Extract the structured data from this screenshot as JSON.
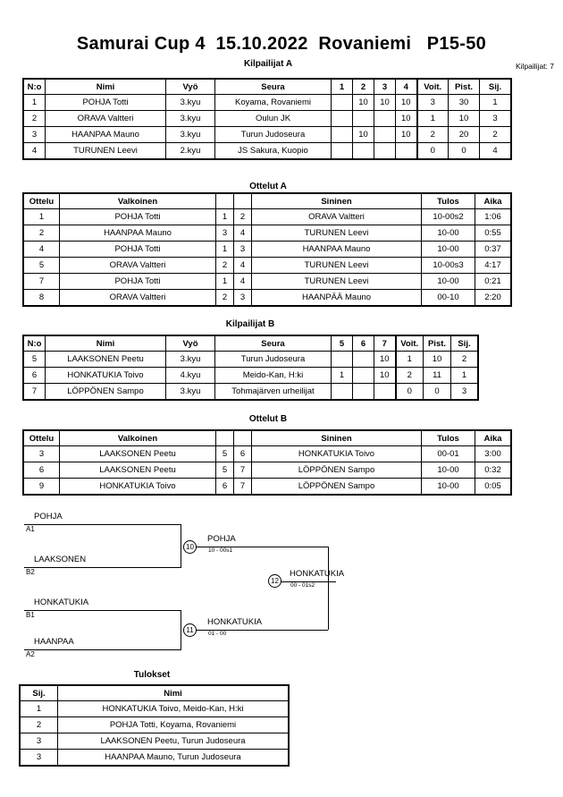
{
  "header": {
    "title": "Samurai Cup 4  15.10.2022  Rovaniemi   P15-50",
    "entrant_count_label": "Kilpailijat: 7"
  },
  "pool_a": {
    "caption": "Kilpailijat A",
    "columns": [
      "N:o",
      "Nimi",
      "Vyö",
      "Seura",
      "1",
      "2",
      "3",
      "4",
      "Voit.",
      "Pist.",
      "Sij."
    ],
    "rows": [
      {
        "no": "1",
        "name": "POHJA Totti",
        "belt": "3.kyu",
        "club": "Koyama, Rovaniemi",
        "m": [
          "",
          "10",
          "10",
          "10"
        ],
        "wins": "3",
        "points": "30",
        "rank": "1"
      },
      {
        "no": "2",
        "name": "ORAVA Valtteri",
        "belt": "3.kyu",
        "club": "Oulun JK",
        "m": [
          "",
          "",
          "",
          "10"
        ],
        "wins": "1",
        "points": "10",
        "rank": "3"
      },
      {
        "no": "3",
        "name": "HAANPAA Mauno",
        "belt": "3.kyu",
        "club": "Turun Judoseura",
        "m": [
          "",
          "10",
          "",
          "10"
        ],
        "wins": "2",
        "points": "20",
        "rank": "2"
      },
      {
        "no": "4",
        "name": "TURUNEN Leevi",
        "belt": "2.kyu",
        "club": "JS Sakura, Kuopio",
        "m": [
          "",
          "",
          "",
          ""
        ],
        "wins": "0",
        "points": "0",
        "rank": "4"
      }
    ]
  },
  "matches_a": {
    "caption": "Ottelut A",
    "columns": [
      "Ottelu",
      "Valkoinen",
      "",
      "",
      "Sininen",
      "Tulos",
      "Aika"
    ],
    "rows": [
      {
        "no": "1",
        "white": "POHJA Totti",
        "wn": "1",
        "bn": "2",
        "blue": "ORAVA Valtteri",
        "result": "10-00s2",
        "time": "1:06"
      },
      {
        "no": "2",
        "white": "HAANPAA Mauno",
        "wn": "3",
        "bn": "4",
        "blue": "TURUNEN Leevi",
        "result": "10-00",
        "time": "0:55"
      },
      {
        "no": "4",
        "white": "POHJA Totti",
        "wn": "1",
        "bn": "3",
        "blue": "HAANPAA Mauno",
        "result": "10-00",
        "time": "0:37"
      },
      {
        "no": "5",
        "white": "ORAVA Valtteri",
        "wn": "2",
        "bn": "4",
        "blue": "TURUNEN Leevi",
        "result": "10-00s3",
        "time": "4:17"
      },
      {
        "no": "7",
        "white": "POHJA Totti",
        "wn": "1",
        "bn": "4",
        "blue": "TURUNEN Leevi",
        "result": "10-00",
        "time": "0:21"
      },
      {
        "no": "8",
        "white": "ORAVA Valtteri",
        "wn": "2",
        "bn": "3",
        "blue": "HAANPÄÄ Mauno",
        "result": "00-10",
        "time": "2:20"
      }
    ]
  },
  "pool_b": {
    "caption": "Kilpailijat B",
    "columns": [
      "N:o",
      "Nimi",
      "Vyö",
      "Seura",
      "5",
      "6",
      "7",
      "Voit.",
      "Pist.",
      "Sij."
    ],
    "rows": [
      {
        "no": "5",
        "name": "LAAKSONEN Peetu",
        "belt": "3.kyu",
        "club": "Turun Judoseura",
        "m": [
          "",
          "",
          "10"
        ],
        "wins": "1",
        "points": "10",
        "rank": "2"
      },
      {
        "no": "6",
        "name": "HONKATUKIA Toivo",
        "belt": "4.kyu",
        "club": "Meido-Kan, H:ki",
        "m": [
          "1",
          "",
          "10"
        ],
        "wins": "2",
        "points": "11",
        "rank": "1"
      },
      {
        "no": "7",
        "name": "LÖPPÖNEN Sampo",
        "belt": "3.kyu",
        "club": "Tohmajärven urheilijat",
        "m": [
          "",
          "",
          ""
        ],
        "wins": "0",
        "points": "0",
        "rank": "3"
      }
    ]
  },
  "matches_b": {
    "caption": "Ottelut B",
    "columns": [
      "Ottelu",
      "Valkoinen",
      "",
      "",
      "Sininen",
      "Tulos",
      "Aika"
    ],
    "rows": [
      {
        "no": "3",
        "white": "LAAKSONEN Peetu",
        "wn": "5",
        "bn": "6",
        "blue": "HONKATUKIA Toivo",
        "result": "00-01",
        "time": "3:00"
      },
      {
        "no": "6",
        "white": "LAAKSONEN Peetu",
        "wn": "5",
        "bn": "7",
        "blue": "LÖPPÖNEN Sampo",
        "result": "10-00",
        "time": "0:32"
      },
      {
        "no": "9",
        "white": "HONKATUKIA Toivo",
        "wn": "6",
        "bn": "7",
        "blue": "LÖPPÖNEN Sampo",
        "result": "10-00",
        "time": "0:05"
      }
    ]
  },
  "bracket": {
    "entrants": [
      {
        "name": "POHJA",
        "seed": "A1"
      },
      {
        "name": "LAAKSONEN",
        "seed": "B2"
      },
      {
        "name": "HONKATUKIA",
        "seed": "B1"
      },
      {
        "name": "HAANPAA",
        "seed": "A2"
      }
    ],
    "semifinal_1": {
      "number": "10",
      "winner": "POHJA",
      "score": "10 - 00s1"
    },
    "semifinal_2": {
      "number": "11",
      "winner": "HONKATUKIA",
      "score": "01 - 00"
    },
    "final": {
      "number": "12",
      "winner": "HONKATUKIA",
      "score": "00 - 01s2"
    }
  },
  "results": {
    "caption": "Tulokset",
    "columns": [
      "Sij.",
      "Nimi"
    ],
    "rows": [
      {
        "rank": "1",
        "name": "HONKATUKIA Toivo, Meido-Kan, H:ki"
      },
      {
        "rank": "2",
        "name": "POHJA Totti, Koyama, Rovaniemi"
      },
      {
        "rank": "3",
        "name": "LAAKSONEN Peetu, Turun Judoseura"
      },
      {
        "rank": "3",
        "name": "HAANPAA Mauno, Turun Judoseura"
      }
    ]
  }
}
